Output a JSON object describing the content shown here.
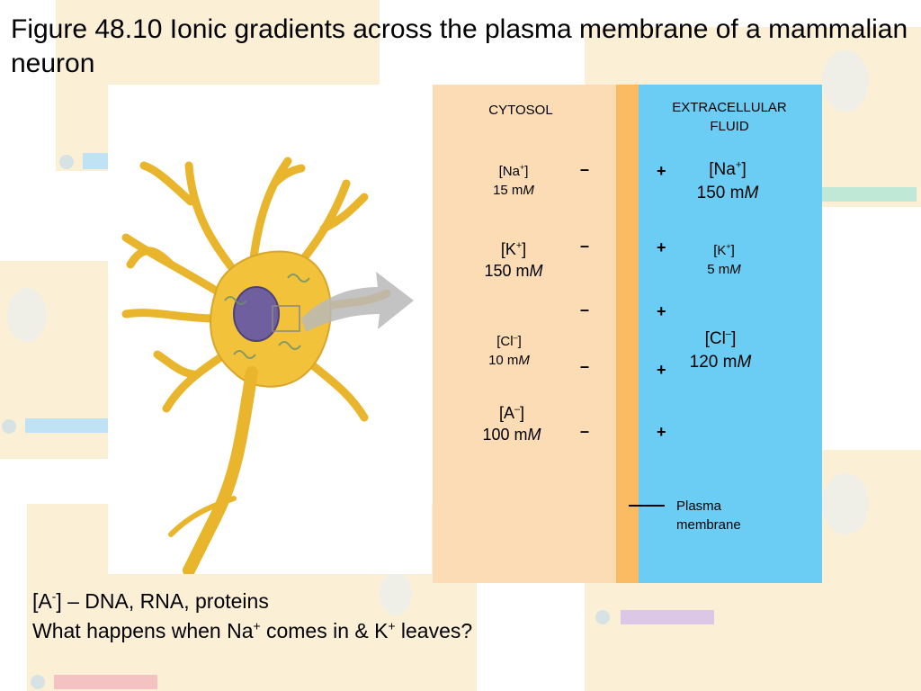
{
  "title": "Figure 48.10 Ionic gradients across the plasma membrane of a mammalian neuron",
  "cytosol": {
    "label": "CYTOSOL",
    "na": {
      "ion": "[Na",
      "charge": "+",
      "close": "]",
      "conc": "15 m",
      "unit": "M"
    },
    "k": {
      "ion": "[K",
      "charge": "+",
      "close": "]",
      "conc": "150 m",
      "unit": "M"
    },
    "cl": {
      "ion": "[Cl",
      "charge": "–",
      "close": "]",
      "conc": "10 m",
      "unit": "M"
    },
    "a": {
      "ion": "[A",
      "charge": "–",
      "close": "]",
      "conc": "100 m",
      "unit": "M"
    }
  },
  "extracellular": {
    "label_line1": "EXTRACELLULAR",
    "label_line2": "FLUID",
    "na": {
      "ion": "[Na",
      "charge": "+",
      "close": "]",
      "conc": "150 m",
      "unit": "M"
    },
    "k": {
      "ion": "[K",
      "charge": "+",
      "close": "]",
      "conc": "5 m",
      "unit": "M"
    },
    "cl": {
      "ion": "[Cl",
      "charge": "–",
      "close": "]",
      "conc": "120 m",
      "unit": "M"
    }
  },
  "signs": {
    "minus": "–",
    "plus": "+"
  },
  "membrane_label": {
    "line1": "Plasma",
    "line2": "membrane"
  },
  "footer": {
    "line1_a": "[A",
    "line1_sup": "-",
    "line1_b": "] – DNA, RNA, proteins",
    "line2_a": "What happens when Na",
    "line2_sup1": "+",
    "line2_b": " comes in & K",
    "line2_sup2": "+",
    "line2_c": " leaves?"
  },
  "colors": {
    "cytosol": "#fcdcb4",
    "membrane": "#fbbb62",
    "extracellular": "#6ccdf4",
    "neuron_body": "#f2c33a",
    "nucleus": "#6f5f9e"
  }
}
